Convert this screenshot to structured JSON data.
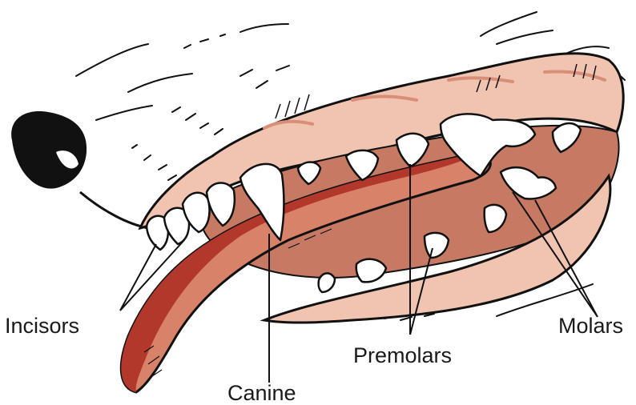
{
  "labels": {
    "incisors": "Incisors",
    "canine": "Canine",
    "premolars": "Premolars",
    "molars": "Molars"
  },
  "colors": {
    "background": "#ffffff",
    "outline": "#111111",
    "gum": "#f1c4b1",
    "gum_mark": "#d98e78",
    "mouth_interior": "#c77a63",
    "tongue": "#d9826a",
    "tongue_edge": "#b1382a",
    "tooth": "#ffffff",
    "label_text": "#1a1a1a"
  }
}
